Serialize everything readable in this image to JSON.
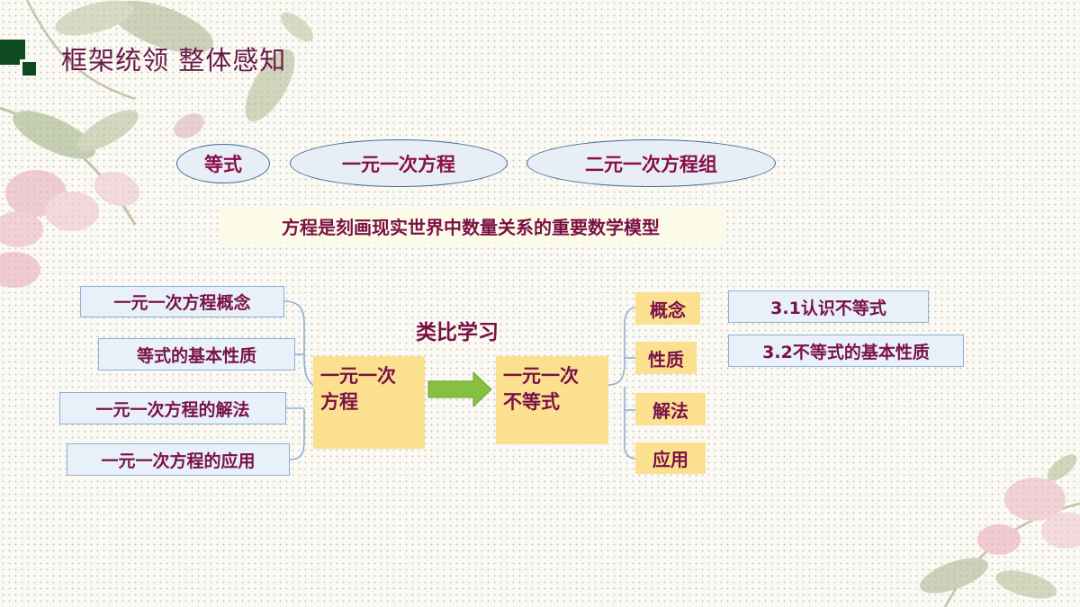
{
  "slide": {
    "title": "框架统领  整体感知",
    "colors": {
      "accent_green": "#0d4a22",
      "text_magenta": "#7a1146",
      "oval_fill": "#e8eef6",
      "oval_border": "#3e6a98",
      "box_yellow": "#fbe08f",
      "box_blue": "#e8f0fa",
      "arrow_green": "#86c040"
    }
  },
  "top_concepts": [
    {
      "label": "等式"
    },
    {
      "label": "一元一次方程"
    },
    {
      "label": "二元一次方程组"
    }
  ],
  "core_statement": "方程是刻画现实世界中数量关系的重要数学模型",
  "left_topics": [
    {
      "label": "一元一次方程概念"
    },
    {
      "label": "等式的基本性质"
    },
    {
      "label": "一元一次方程的解法"
    },
    {
      "label": "一元一次方程的应用"
    }
  ],
  "source_box": {
    "line1": "一元一次",
    "line2": "方程"
  },
  "analogy_label": "类比学习",
  "target_box": {
    "line1": "一元一次",
    "line2": "不等式"
  },
  "right_topics": [
    {
      "label": "概念"
    },
    {
      "label": "性质"
    },
    {
      "label": "解法"
    },
    {
      "label": "应用"
    }
  ],
  "sections": [
    {
      "label": "3.1认识不等式"
    },
    {
      "label": "3.2不等式的基本性质"
    }
  ]
}
